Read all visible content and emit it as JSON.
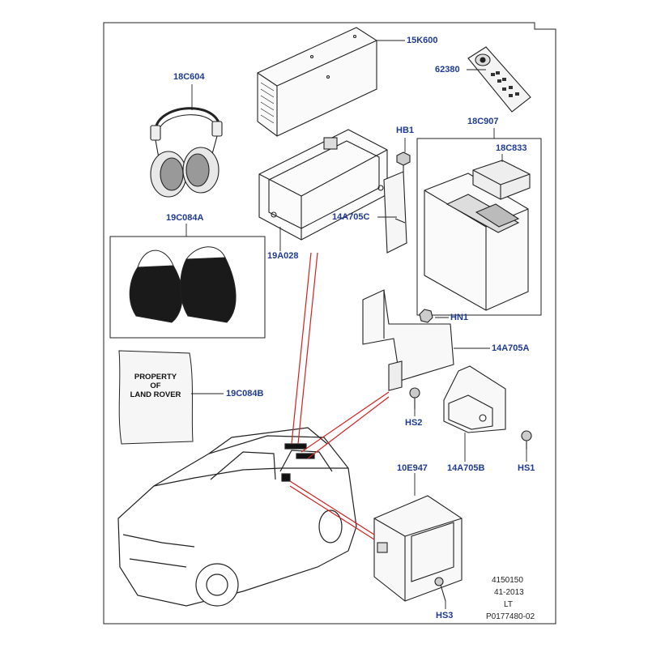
{
  "callouts": {
    "p15k600": "15K600",
    "p62380": "62380",
    "p18c604": "18C604",
    "hb1": "HB1",
    "p18c907": "18C907",
    "p18c833": "18C833",
    "p19c084a": "19C084A",
    "p14a705c": "14A705C",
    "p19a028": "19A028",
    "hn1": "HN1",
    "p14a705a": "14A705A",
    "p19c084b": "19C084B",
    "hs2": "HS2",
    "p14a705b": "14A705B",
    "hs1": "HS1",
    "p10e947": "10E947",
    "hs3": "HS3"
  },
  "bag_label": {
    "line1": "PROPERTY",
    "line2": "OF",
    "line3": "LAND ROVER"
  },
  "footer": {
    "line1": "4150150",
    "line2": "41-2013",
    "line3": "LT",
    "line4": "P0177480-02"
  },
  "colors": {
    "callout_text": "#1f3a93",
    "leader_red": "#d42020",
    "line": "#222222"
  }
}
